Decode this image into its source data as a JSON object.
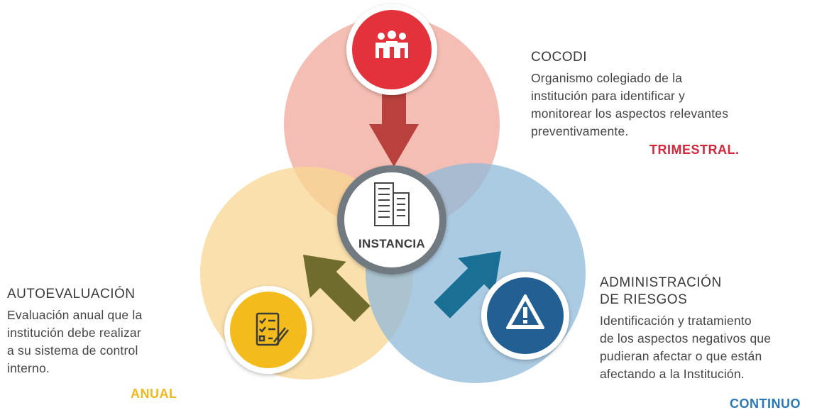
{
  "center": {
    "label": "INSTANCIA"
  },
  "cocodi": {
    "title": "COCODI",
    "description": "Organismo colegiado de la institución para identificar y monitorear los aspectos relevantes preventivamente.",
    "lines": [
      "Organismo colegiado de la",
      "institución para identificar y",
      "monitorear los aspectos relevantes",
      "preventivamente."
    ],
    "frequency": "TRIMESTRAL.",
    "color": "#e3303a",
    "icon": "group-people-icon"
  },
  "autoevaluacion": {
    "title": "AUTOEVALUACIÓN",
    "description": "Evaluación anual que la institución debe realizar a su sistema de control interno.",
    "lines": [
      "Evaluación anual que la",
      "institución debe realizar",
      "a su sistema de control",
      "interno."
    ],
    "frequency": "ANUAL",
    "color": "#f3bc1c",
    "icon": "checklist-icon"
  },
  "riesgos": {
    "title_line1": "ADMINISTRACIÓN",
    "title_line2": "DE RIESGOS",
    "description": "Identificación y tratamiento de los aspectos negativos que pudieran afectar o que están afectando a la Institución.",
    "lines": [
      "Identificación y tratamiento",
      "de los aspectos negativos que",
      "pudieran afectar o que están",
      "afectando a la Institución."
    ],
    "frequency": "CONTINUO",
    "color": "#215f93",
    "icon": "warning-icon"
  },
  "colors": {
    "red_circle": "#f2a89b",
    "yellow_circle": "#f8d592",
    "blue_circle": "#8fb9d9",
    "red_arrow": "#b8403d",
    "green_arrow": "#6f6c2d",
    "blue_arrow": "#1a6f94",
    "frequency_red": "#d8263b",
    "frequency_yellow": "#f0b81a",
    "frequency_blue": "#2a78b8"
  }
}
